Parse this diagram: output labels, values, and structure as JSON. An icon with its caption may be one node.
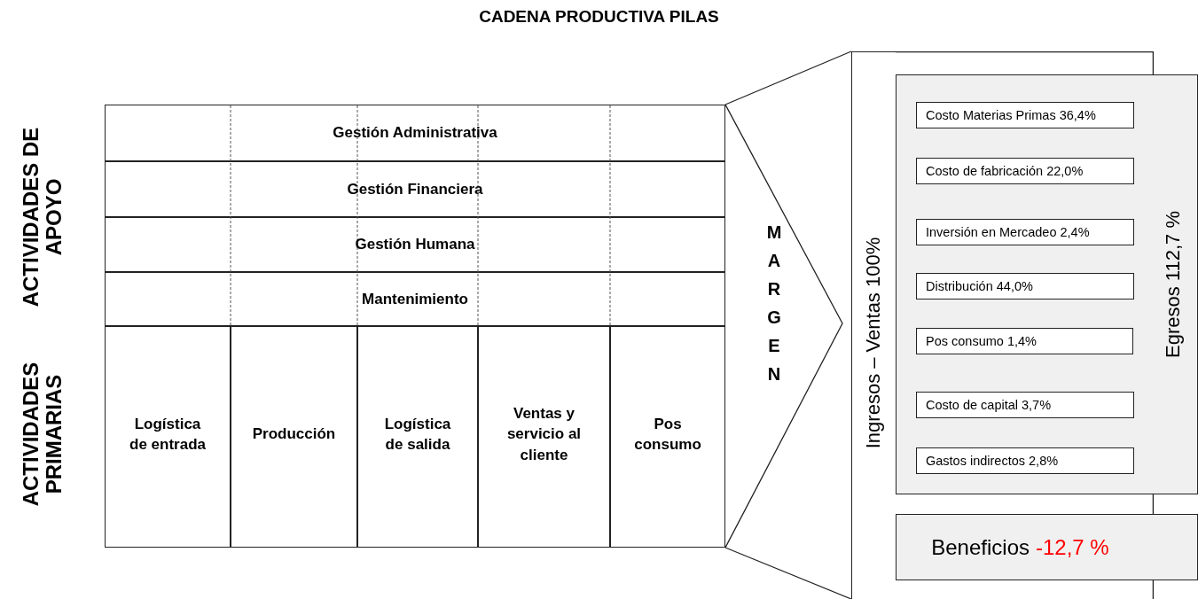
{
  "diagram": {
    "title": "CADENA PRODUCTIVA PILAS",
    "nodes": [
      {
        "text": [
          "Gestión Administrativa"
        ]
      },
      {
        "text": [
          "Gestión Financiera"
        ]
      },
      {
        "text": [
          "Gestión Humana"
        ]
      },
      {
        "text": [
          "Mantenimiento"
        ]
      },
      {
        "text": [
          "Logística de entrada"
        ]
      },
      {
        "text": [
          "Producción"
        ]
      },
      {
        "text": [
          "Logística de salida"
        ]
      },
      {
        "text": [
          "Ventas y servicio al cliente"
        ]
      },
      {
        "text": [
          "Pos consumo"
        ]
      },
      {
        "text": [
          "MARGEN"
        ]
      },
      {
        "text": [
          "Ingresos – Ventas 100%"
        ]
      },
      {
        "text": [
          "Egresos 112,7 %"
        ]
      },
      {
        "text": [
          "Costo Materias Primas 36,4%"
        ],
        "in": 11
      },
      {
        "text": [
          "Costo de fabricación 22,0%"
        ],
        "in": 11
      },
      {
        "text": [
          "Inversión en Mercadeo 2,4%"
        ],
        "in": 11
      },
      {
        "text": [
          "Distribución 44,0%"
        ],
        "in": 11
      },
      {
        "text": [
          "Pos consumo 1,4%"
        ],
        "in": 11
      },
      {
        "text": [
          "Costo de capital 3,7%"
        ],
        "in": 11
      },
      {
        "text": [
          "Gastos indirectos 2,8%"
        ],
        "in": 11
      },
      {
        "text": [
          "Beneficios",
          "-12,7 %"
        ]
      }
    ],
    "edges": [],
    "labels": [
      "ACTIVIDADES DE APOYO",
      "ACTIVIDADES PRIMARIAS"
    ]
  }
}
